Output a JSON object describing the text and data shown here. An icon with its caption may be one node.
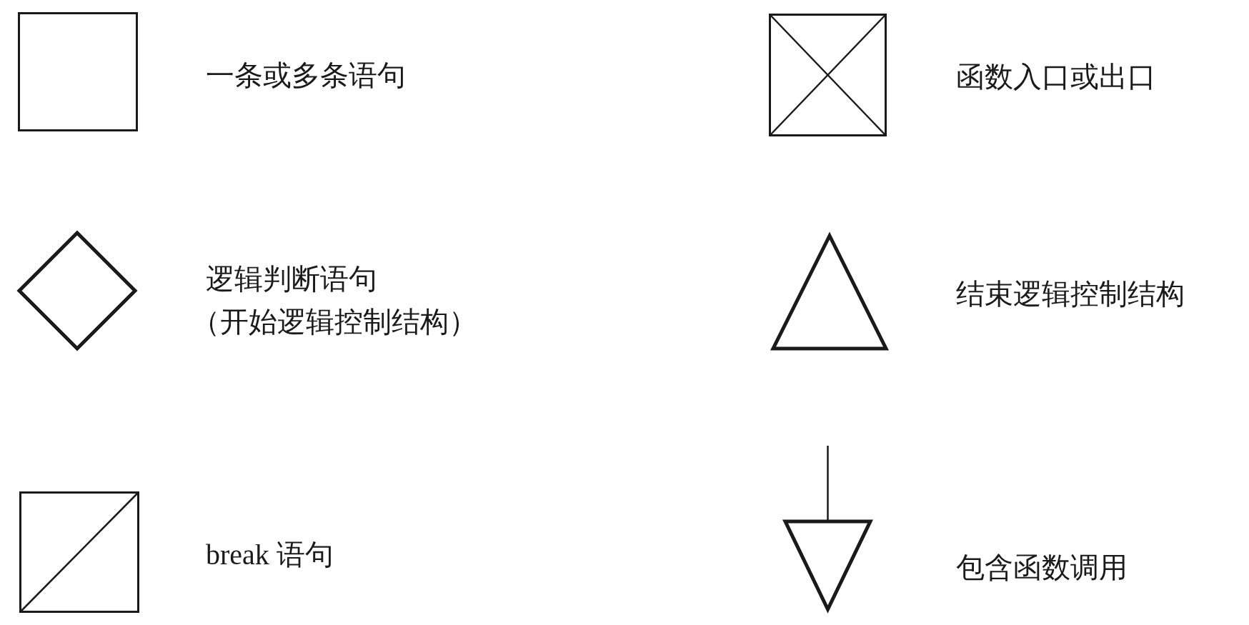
{
  "diagram": {
    "nodes": [
      {
        "text": [],
        "shape": "box",
        "beside": [
          "一条或多条语句"
        ]
      },
      {
        "text": [],
        "shape": "box",
        "beside": [
          "函数入口或出口"
        ]
      },
      {
        "text": [],
        "shape": "diamond",
        "beside": [
          "逻辑判断语句",
          "（开始逻辑控制结构）"
        ]
      },
      {
        "text": [],
        "shape": "triangle",
        "beside": [
          "结束逻辑控制结构"
        ]
      },
      {
        "text": [],
        "shape": "box",
        "beside": [
          "break 语句"
        ]
      },
      {
        "text": [],
        "shape": "triangle",
        "beside": [
          "包含函数调用"
        ]
      }
    ]
  }
}
